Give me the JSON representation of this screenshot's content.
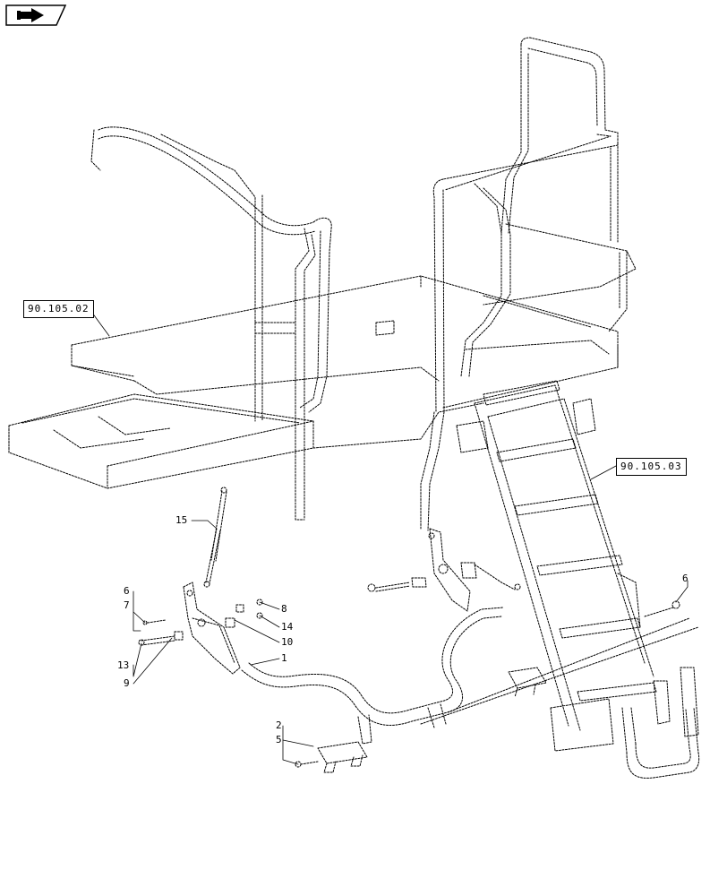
{
  "references": {
    "ref_left": "90.105.02",
    "ref_right": "90.105.03"
  },
  "callouts": {
    "c1": "1",
    "c2": "2",
    "c5": "5",
    "c6a": "6",
    "c6b": "6",
    "c7": "7",
    "c8": "8",
    "c9": "9",
    "c10": "10",
    "c13": "13",
    "c14": "14",
    "c15": "15"
  },
  "icons": {
    "nav": "previous-page-arrow-icon"
  }
}
